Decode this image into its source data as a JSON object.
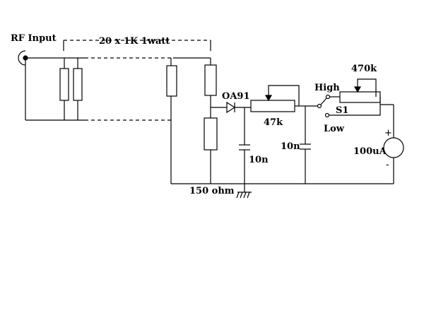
{
  "labels": {
    "rf_input": "RF Input",
    "resistor_array": "20 x 1K 1watt",
    "diode": "OA91",
    "pot_47k": "47k",
    "pot_470k": "470k",
    "high": "High",
    "low": "Low",
    "switch": "S1",
    "cap1": "10n",
    "cap2": "10n",
    "resistor_150": "150 ohm",
    "meter": "100uA",
    "meter_plus": "+",
    "meter_minus": "-"
  }
}
